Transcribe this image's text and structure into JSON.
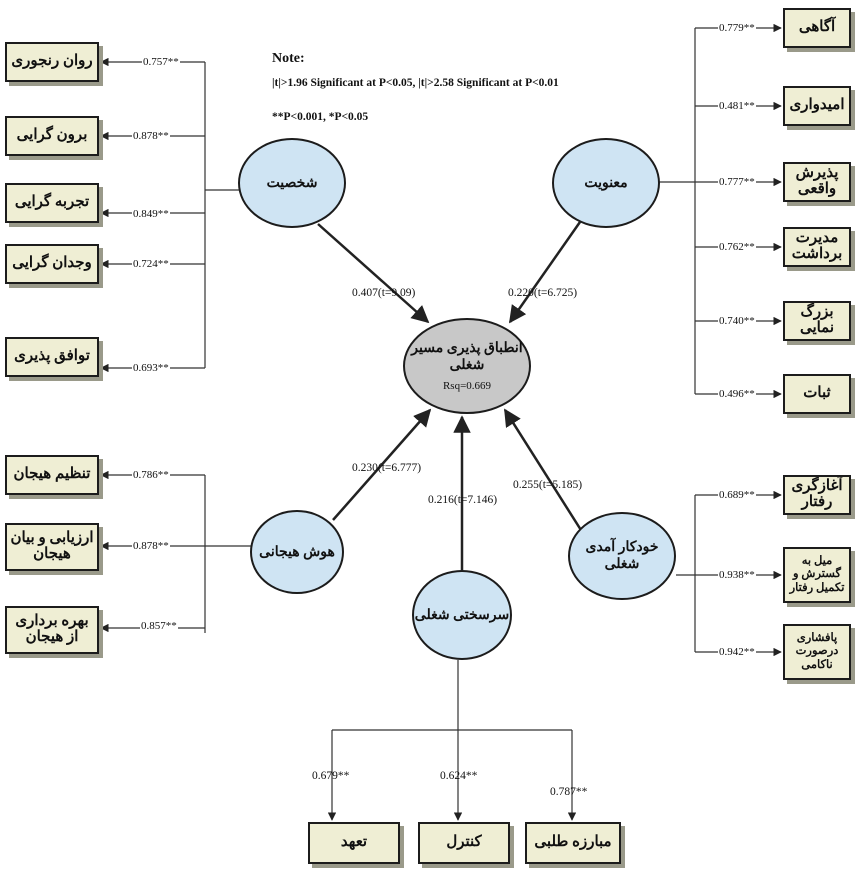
{
  "note": {
    "title": "Note:",
    "line1": "|t|>1.96 Significant at P<0.05, |t|>2.58 Significant at P<0.01",
    "line2": "**P<0.001, *P<0.05"
  },
  "central": {
    "label": "انطباق پذیری مسیر شغلی",
    "rsq": "Rsq=0.669"
  },
  "constructs": {
    "shakhsiat": "شخصیت",
    "manaviat": "معنویت",
    "hoosh": "هوش هیجانی",
    "sarsakhti": "سرسختی شغلی",
    "khodkar": "خودکار آمدی شغلی"
  },
  "paths": {
    "shakhsiat": "0.407(t=9.09)",
    "manaviat": "0.220(t=6.725)",
    "hoosh": "0.230(t=6.777)",
    "sarsakhti": "0.216(t=7.146)",
    "khodkar": "0.255(t=5.185)"
  },
  "indicators": {
    "shakhsiat": [
      {
        "label": "روان رنجوری",
        "loading": "0.757**"
      },
      {
        "label": "برون گرایی",
        "loading": "0.878**"
      },
      {
        "label": "تجربه گرایی",
        "loading": "0.849**"
      },
      {
        "label": "وجدان گرایی",
        "loading": "0.724**"
      },
      {
        "label": "توافق پذیری",
        "loading": "0.693**"
      }
    ],
    "manaviat": [
      {
        "label": "آگاهی",
        "loading": "0.779**"
      },
      {
        "label": "امیدواری",
        "loading": "0.481**"
      },
      {
        "label": "پذیرش واقعی",
        "loading": "0.777**"
      },
      {
        "label": "مدیرت برداشت",
        "loading": "0.762**"
      },
      {
        "label": "بزرگ نمایی",
        "loading": "0.740**"
      },
      {
        "label": "ثبات",
        "loading": "0.496**"
      }
    ],
    "hoosh": [
      {
        "label": "تنظیم هیجان",
        "loading": "0.786**"
      },
      {
        "label": "ارزیابی و بیان هیجان",
        "loading": "0.878**"
      },
      {
        "label": "بهره برداری از هیجان",
        "loading": "0.857**"
      }
    ],
    "khodkar": [
      {
        "label": "آغازگری رفتار",
        "loading": "0.689**"
      },
      {
        "label": "میل به گسترش و تکمیل رفتار",
        "loading": "0.938**"
      },
      {
        "label": "پافشاری درصورت ناکامی",
        "loading": "0.942**"
      }
    ],
    "sarsakhti": [
      {
        "label": "تعهد",
        "loading": "0.679**"
      },
      {
        "label": "کنترل",
        "loading": "0.624**"
      },
      {
        "label": "مبارزه طلبی",
        "loading": "0.787**"
      }
    ]
  }
}
